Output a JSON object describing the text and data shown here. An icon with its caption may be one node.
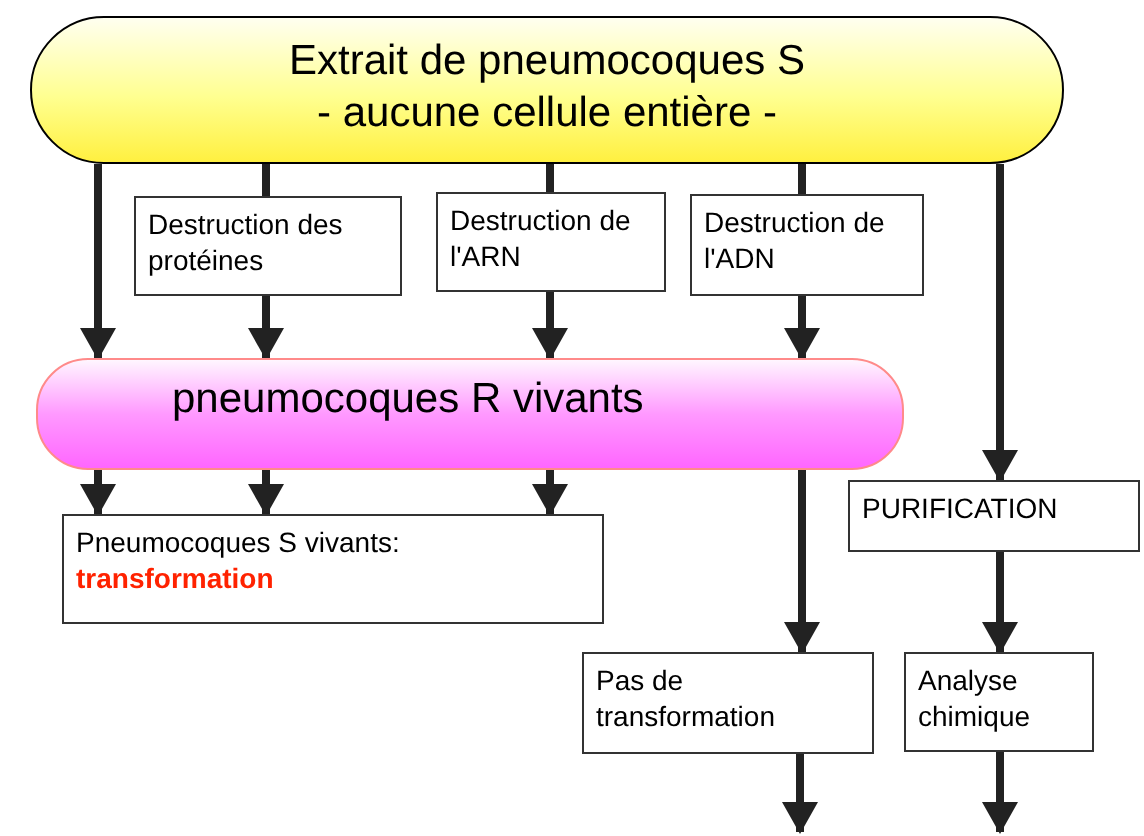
{
  "diagram": {
    "nodes": [
      {
        "text": [
          "Extrait de pneumocoques S",
          "- aucune cellule entière -"
        ]
      },
      {
        "text": [
          "Destruction des protéines"
        ]
      },
      {
        "text": [
          "Destruction de l'ARN"
        ]
      },
      {
        "text": [
          "Destruction de l'ADN"
        ]
      },
      {
        "text": [
          "pneumocoques R vivants"
        ]
      },
      {
        "text": [
          "Pneumocoques S vivants:",
          "transformation"
        ]
      },
      {
        "text": [
          "PURIFICATION"
        ]
      },
      {
        "text": [
          "Pas de transformation"
        ]
      },
      {
        "text": [
          "Analyse chimique"
        ]
      }
    ],
    "edges": [
      {
        "from": 0,
        "to": 4,
        "arrow": "to"
      },
      {
        "from": 0,
        "to": 1,
        "arrow": "none"
      },
      {
        "from": 0,
        "to": 2,
        "arrow": "none"
      },
      {
        "from": 0,
        "to": 3,
        "arrow": "none"
      },
      {
        "from": 0,
        "to": 6,
        "arrow": "to"
      },
      {
        "from": 1,
        "to": 4,
        "arrow": "to"
      },
      {
        "from": 2,
        "to": 4,
        "arrow": "to"
      },
      {
        "from": 3,
        "to": 4,
        "arrow": "to"
      },
      {
        "from": 4,
        "to": 5,
        "arrow": "to"
      },
      {
        "from": 4,
        "to": 5,
        "arrow": "to"
      },
      {
        "from": 4,
        "to": 5,
        "arrow": "to"
      },
      {
        "from": 4,
        "to": 7,
        "arrow": "to"
      },
      {
        "from": 6,
        "to": 8,
        "arrow": "to"
      },
      {
        "from": 7,
        "to": null,
        "arrow": "to"
      },
      {
        "from": 8,
        "to": null,
        "arrow": "to"
      }
    ]
  }
}
